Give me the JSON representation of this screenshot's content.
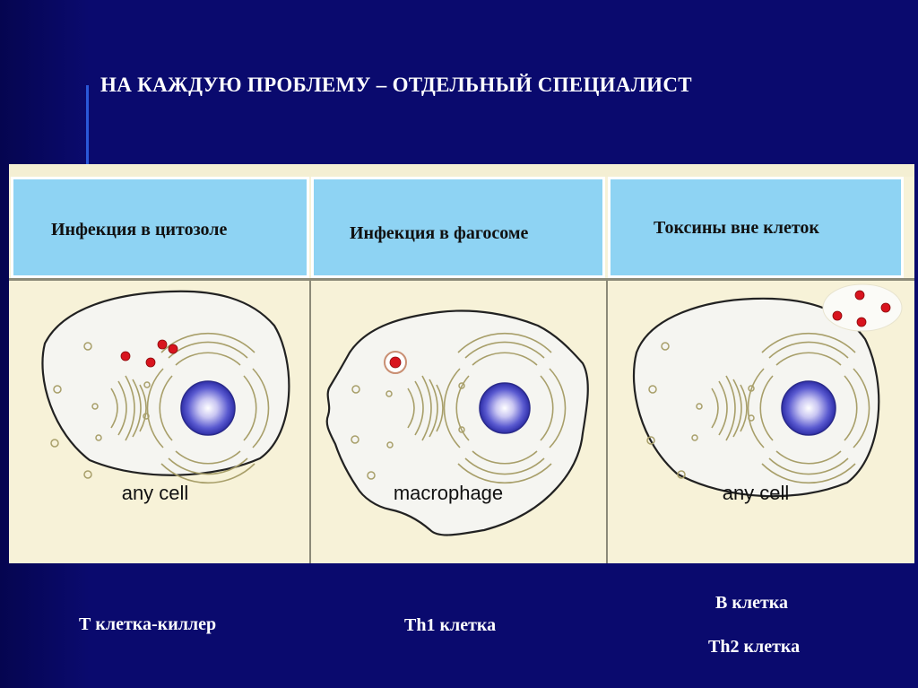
{
  "title": "НА КАЖДУЮ ПРОБЛЕМУ – ОТДЕЛЬНЫЙ СПЕЦИАЛИСТ",
  "columns": [
    {
      "header": "Инфекция в цитозоле",
      "cell_label": "any cell",
      "specialists": [
        "Т клетка-киллер"
      ]
    },
    {
      "header": "Инфекция в фагосоме",
      "cell_label": "macrophage",
      "specialists": [
        "Th1 клетка"
      ]
    },
    {
      "header": "Токсины вне клеток",
      "cell_label": "any cell",
      "specialists": [
        "В клетка",
        "Th2 клетка"
      ]
    }
  ],
  "colors": {
    "background": "#0a0a6e",
    "header": "#8ed3f3",
    "panel": "#f7f2d8",
    "pathogen": "#d8141e",
    "nucleus": "#3a3cb8"
  }
}
